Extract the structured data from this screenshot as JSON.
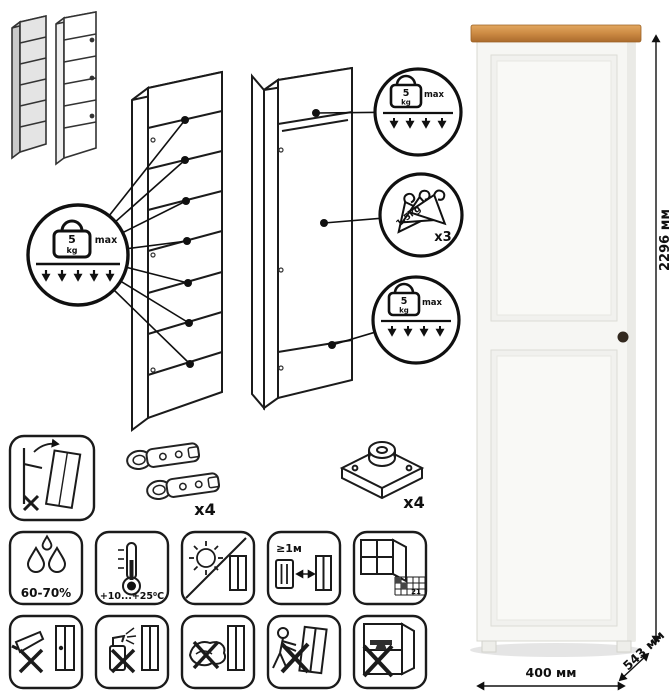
{
  "load_badges": {
    "shelf": {
      "value": "5",
      "unit": "kg",
      "limit": "max"
    },
    "top_shelf": {
      "value": "5",
      "unit": "kg",
      "limit": "max"
    },
    "bottom_shelf": {
      "value": "5",
      "unit": "kg",
      "limit": "max"
    },
    "hangers": {
      "weight": "1.5kg",
      "count": "x3"
    }
  },
  "hardware": {
    "hinge_count": "x4",
    "plate_count": "x4"
  },
  "conditions": {
    "humidity": "60-70%",
    "temperature": "+10...+25⁰C",
    "min_distance": "≥1м",
    "grid_number": "21"
  },
  "dimensions": {
    "height": "2296 мм",
    "width": "400 мм",
    "depth": "543 мм"
  }
}
